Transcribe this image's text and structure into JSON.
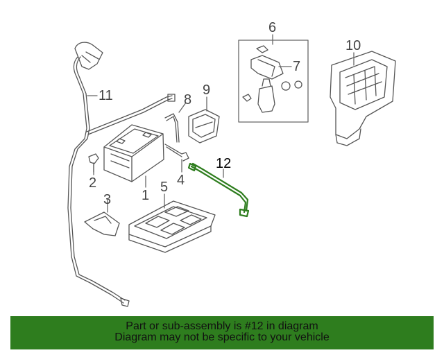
{
  "colors": {
    "line": "#555555",
    "highlight": "#2e7d1e",
    "banner": "#2e7d1e"
  },
  "callouts": [
    "1",
    "2",
    "3",
    "4",
    "5",
    "6",
    "7",
    "8",
    "9",
    "10",
    "11",
    "12"
  ],
  "highlighted_part": "12",
  "banner": {
    "line1": "Part or sub-assembly is #12 in diagram",
    "line2": "Diagram may not be specific to your vehicle"
  }
}
